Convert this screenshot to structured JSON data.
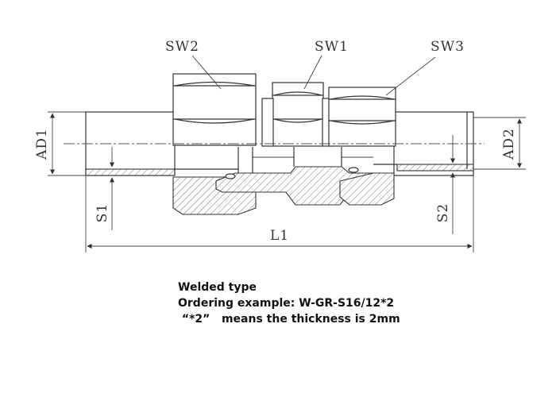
{
  "labels": {
    "sw1": "SW1",
    "sw2": "SW2",
    "sw3": "SW3",
    "ad1": "AD1",
    "ad2": "AD2",
    "s1": "S1",
    "s2": "S2",
    "l1": "L1"
  },
  "caption": {
    "line1": "Welded type",
    "line2": "Ordering example: W-GR-S16/12*2",
    "line3": " “*2”   means the thickness is 2mm"
  }
}
